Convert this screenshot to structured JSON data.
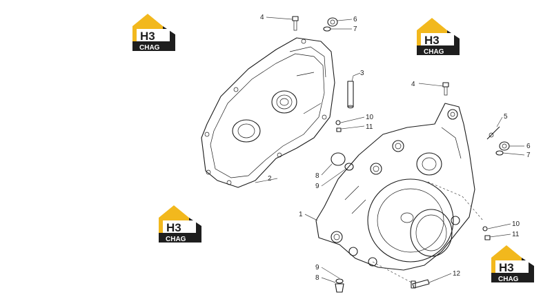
{
  "brand": {
    "mark": "H3",
    "name": "CHAG",
    "colors": {
      "yellow": "#f2b81d",
      "dark": "#1e1e1e",
      "white": "#ffffff"
    }
  },
  "callouts": {
    "c1": "1",
    "c2": "2",
    "c3": "3",
    "c4a": "4",
    "c4b": "4",
    "c5": "5",
    "c6a": "6",
    "c6b": "6",
    "c7a": "7",
    "c7b": "7",
    "c8a": "8",
    "c8b": "8",
    "c9a": "9",
    "c9b": "9",
    "c10a": "10",
    "c10b": "10",
    "c11a": "11",
    "c11b": "11",
    "c12": "12"
  }
}
